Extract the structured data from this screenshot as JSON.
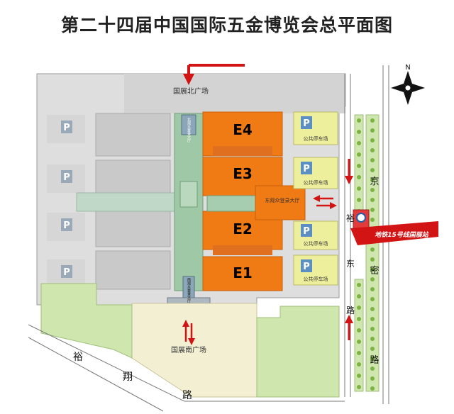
{
  "title": "第二十四届中国国际五金博览会总平面图",
  "compass": {
    "north_label": "N"
  },
  "halls": [
    "E4",
    "E3",
    "E2",
    "E1"
  ],
  "labels": {
    "north_plaza": "国展北广场",
    "south_plaza": "国展南广场",
    "east_hall_lobby": "东观众登录大厅",
    "south_hall_lobby": "南观众登录大厅",
    "north_hall_lobby": "北观众登录大厅",
    "public_parking": "公共停车场",
    "parking_symbol": "P",
    "metro_station": "地铁15号线国展站"
  },
  "roads": {
    "jingmi_road_chars": [
      "京",
      "密"
    ],
    "yudong_road_chars": [
      "裕",
      "东",
      "路"
    ],
    "yuxiang_road_chars": [
      "裕",
      "翔",
      "路"
    ],
    "road_char_lu": "路"
  },
  "colors": {
    "hall_orange": "#F07A14",
    "hall_orange_dark": "#C8600A",
    "corridor_green": "#9FC9A6",
    "parking_yellow": "#EEEF9C",
    "grass_green": "#CFE6AE",
    "plaza_beige": "#F2EFD2",
    "building_gray": "#C9C9C9",
    "ground_gray": "#DEDEDE",
    "arrow_red": "#D21414",
    "tree_green": "#7CB342"
  }
}
